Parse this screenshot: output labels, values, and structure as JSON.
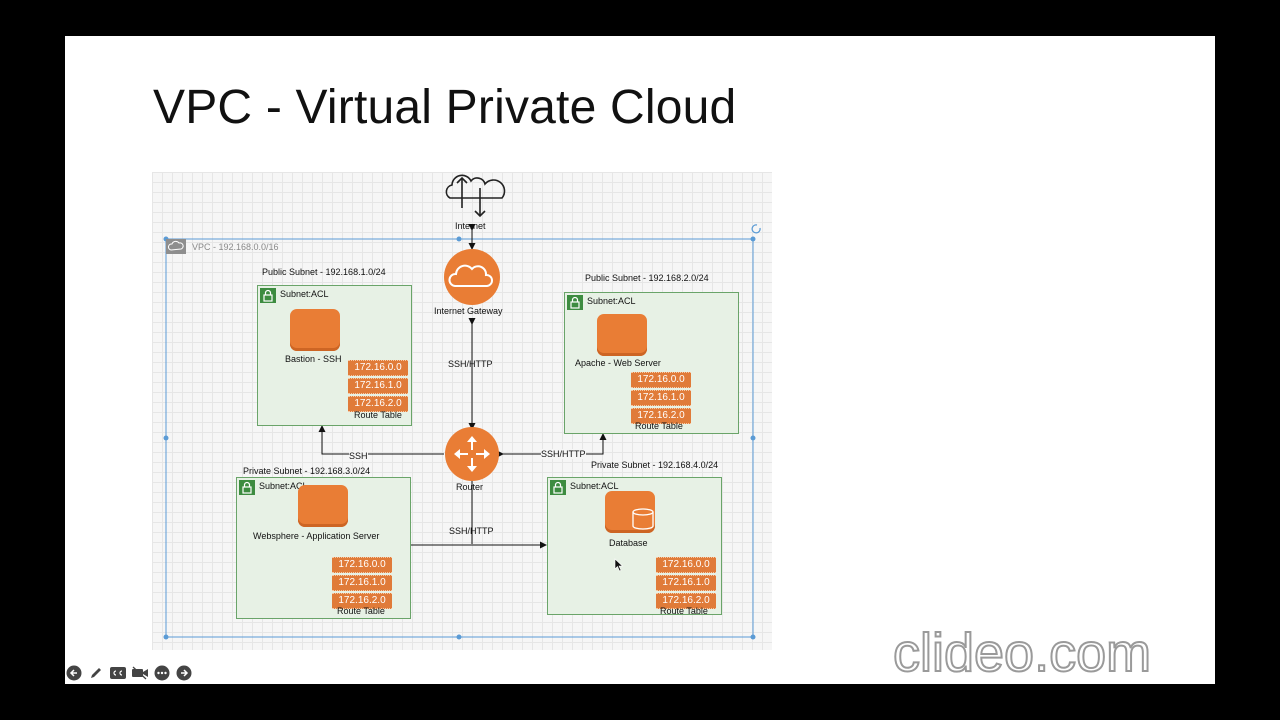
{
  "slide": {
    "title": "VPC - Virtual Private Cloud"
  },
  "diagram": {
    "internet_label": "Internet",
    "vpc_label": "VPC - 192.168.0.0/16",
    "igw_label": "Internet Gateway",
    "router_label": "Router",
    "edges": {
      "igw_router": "SSH/HTTP",
      "router_bastion": "SSH",
      "router_apache": "SSH/HTTP",
      "router_app_db": "SSH/HTTP"
    },
    "subnets": [
      {
        "title": "Public Subnet -  192.168.1.0/24",
        "acl": "Subnet:ACL",
        "instance": "Bastion - SSH",
        "routes": [
          "172.16.0.0",
          "172.16.1.0",
          "172.16.2.0"
        ],
        "route_table_label": "Route Table"
      },
      {
        "title": "Public Subnet -  192.168.2.0/24",
        "acl": "Subnet:ACL",
        "instance": "Apache - Web Server",
        "routes": [
          "172.16.0.0",
          "172.16.1.0",
          "172.16.2.0"
        ],
        "route_table_label": "Route Table"
      },
      {
        "title": "Private Subnet -  192.168.3.0/24",
        "acl": "Subnet:ACL",
        "instance": "Websphere - Application Server",
        "routes": [
          "172.16.0.0",
          "172.16.1.0",
          "172.16.2.0"
        ],
        "route_table_label": "Route Table"
      },
      {
        "title": "Private Subnet -  192.168.4.0/24",
        "acl": "Subnet:ACL",
        "instance": "Database",
        "routes": [
          "172.16.0.0",
          "172.16.1.0",
          "172.16.2.0"
        ],
        "route_table_label": "Route Table"
      }
    ]
  },
  "toolbar": {
    "icons": [
      "back-icon",
      "pen-icon",
      "captions-icon",
      "video-off-icon",
      "more-icon",
      "forward-icon"
    ]
  },
  "watermark": {
    "text": "clideo.com"
  }
}
